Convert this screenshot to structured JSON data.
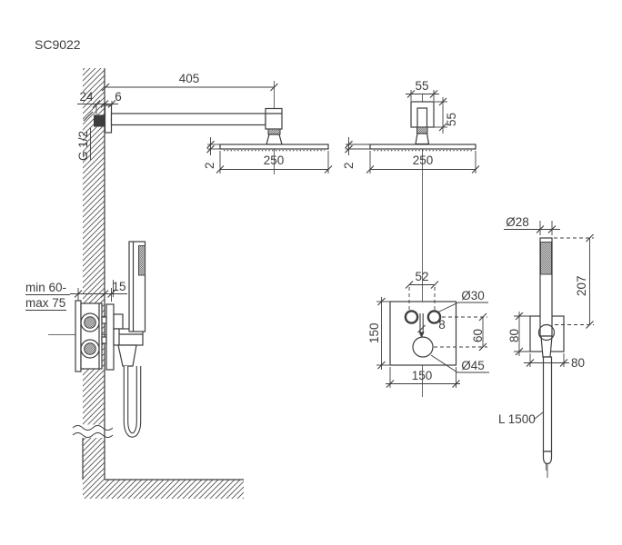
{
  "title": "SC9022",
  "colors": {
    "line": "#3d3d3d",
    "background": "#ffffff"
  },
  "labels": {
    "arm_length": "405",
    "thread_depth": "24",
    "flange_thickness": "6",
    "thread_size": "G 1/2",
    "head_thickness_side": "2",
    "head_width_side": "250",
    "bracket_width": "55",
    "bracket_height": "55",
    "head_thickness_front": "2",
    "head_width_front": "250",
    "depth_min": "min 60-",
    "depth_max": "max 75",
    "trim_offset": "15",
    "knob_spacing": "52",
    "knob_diameter": "Ø30",
    "center_offset": "8",
    "row_spacing": "60",
    "plate_height": "150",
    "plate_width": "150",
    "mixer_knob_diameter": "Ø45",
    "handshower_diameter": "Ø28",
    "handshower_length": "207",
    "holder_height": "80",
    "holder_width": "80",
    "hose_length": "L 1500"
  }
}
